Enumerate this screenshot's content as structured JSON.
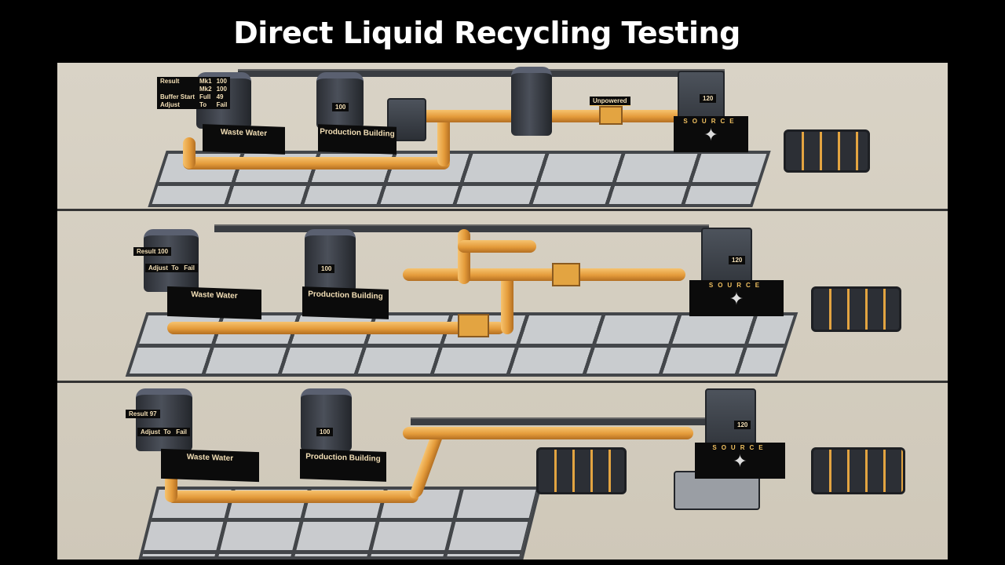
{
  "title": "Direct Liquid Recycling Testing",
  "rows": [
    {
      "waste_sign": "Waste Water",
      "production_sign": "Production Building",
      "production_value": "100",
      "source_sign": "SOURCE",
      "source_value": "120",
      "unpowered": "Unpowered",
      "stats": [
        [
          "Result",
          "Mk1",
          "100"
        ],
        [
          "",
          "Mk2",
          "100"
        ],
        [
          "Buffer Start",
          "Full",
          "49"
        ],
        [
          "Adjust",
          "To",
          "Fail"
        ]
      ]
    },
    {
      "waste_sign": "Waste Water",
      "production_sign": "Production Building",
      "production_value": "100",
      "source_sign": "SOURCE",
      "source_value": "120",
      "result_label": "Result",
      "result_value": "100",
      "adjust": [
        "Adjust",
        "To",
        "Fail"
      ]
    },
    {
      "waste_sign": "Waste Water",
      "production_sign": "Production Building",
      "production_value": "100",
      "source_sign": "SOURCE",
      "source_value": "120",
      "result_label": "Result",
      "result_value": "97",
      "adjust": [
        "Adjust",
        "To",
        "Fail"
      ]
    }
  ],
  "colors": {
    "pipe": "#e49b3a",
    "sign": "#0b0b0b",
    "floor": "#d9d3c6"
  }
}
